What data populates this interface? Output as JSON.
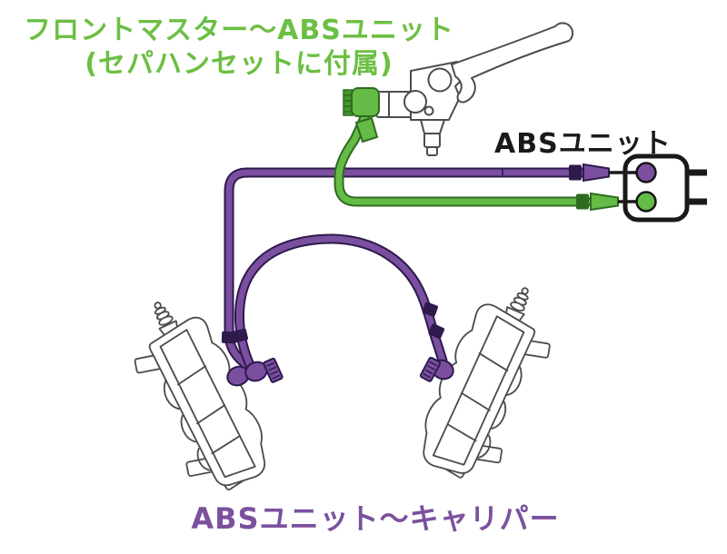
{
  "labels": {
    "front_master_title_line1": "フロントマスター〜ABSユニット",
    "front_master_title_line2": "(セパハンセットに付属)",
    "abs_unit_label": "ABSユニット",
    "abs_to_caliper_label": "ABSユニット〜キャリパー"
  },
  "colors": {
    "green": "#64bb46",
    "green-dark": "#2e6b1f",
    "green-mid": "#45962f",
    "green-text": "#6cbf44",
    "purple": "#7b4fa0",
    "purple-dark": "#2e1a4d",
    "purple-text": "#7b519e",
    "ink": "#1a1a1a",
    "lineart": "#4d4d4d"
  },
  "diagram": {
    "parts": [
      "front-master-cylinder",
      "brake-lever",
      "abs-unit",
      "hose-master-to-abs-green",
      "hose-abs-to-caliper-purple",
      "hose-caliper-crossover-purple",
      "left-brake-caliper",
      "right-brake-caliper"
    ],
    "hose_color_master_to_abs": "#64bb46",
    "hose_color_abs_to_caliper": "#7b4fa0"
  }
}
